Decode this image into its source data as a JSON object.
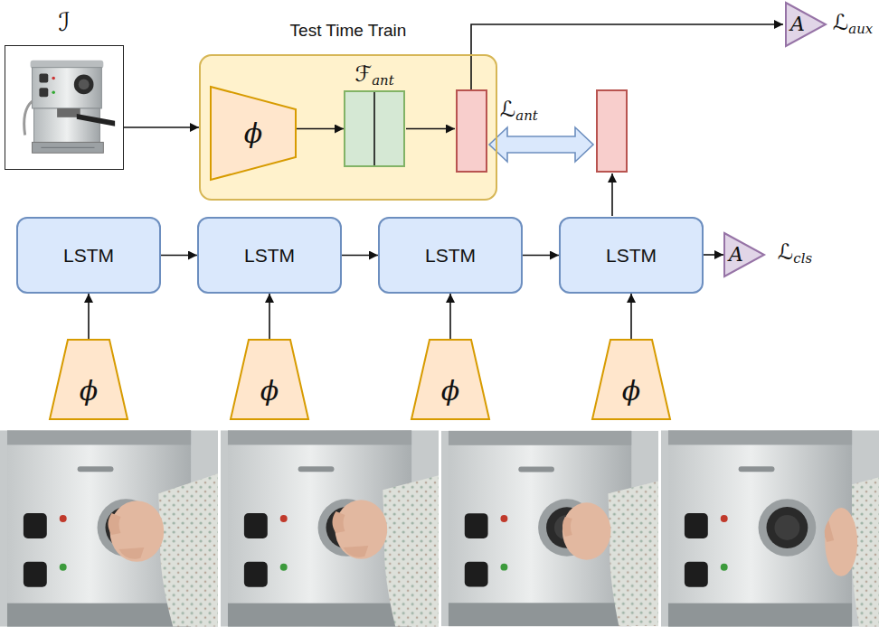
{
  "diagram": {
    "nodes": [
      {
        "text": [
          "ℐ"
        ]
      },
      {
        "text": [
          "Test Time Train"
        ]
      },
      {
        "text": [
          "ϕ"
        ],
        "in": 1
      },
      {
        "text": [
          "ℱant"
        ],
        "in": 1
      },
      {
        "text": [
          "A"
        ]
      },
      {
        "text": [
          "LSTM"
        ]
      },
      {
        "text": [
          "LSTM"
        ]
      },
      {
        "text": [
          "LSTM"
        ]
      },
      {
        "text": [
          "LSTM"
        ]
      },
      {
        "text": [
          "A"
        ]
      },
      {
        "text": [
          "ϕ"
        ]
      },
      {
        "text": [
          "ϕ"
        ]
      },
      {
        "text": [
          "ϕ"
        ]
      },
      {
        "text": [
          "ϕ"
        ]
      }
    ],
    "edges": [
      {
        "from": 0,
        "to": 1,
        "arrow": "to"
      },
      {
        "from": 2,
        "to": 3,
        "arrow": "to"
      },
      {
        "from": 5,
        "to": 6,
        "arrow": "to"
      },
      {
        "from": 6,
        "to": 7,
        "arrow": "to"
      },
      {
        "from": 7,
        "to": 8,
        "arrow": "to"
      },
      {
        "from": 8,
        "to": 9,
        "arrow": "to"
      },
      {
        "from": 10,
        "to": 5,
        "arrow": "to"
      },
      {
        "from": 11,
        "to": 6,
        "arrow": "to"
      },
      {
        "from": 12,
        "to": 7,
        "arrow": "to"
      },
      {
        "from": 13,
        "to": 8,
        "arrow": "to"
      }
    ],
    "labels": [
      "ℒant",
      "ℒaux",
      "ℒcls"
    ]
  }
}
